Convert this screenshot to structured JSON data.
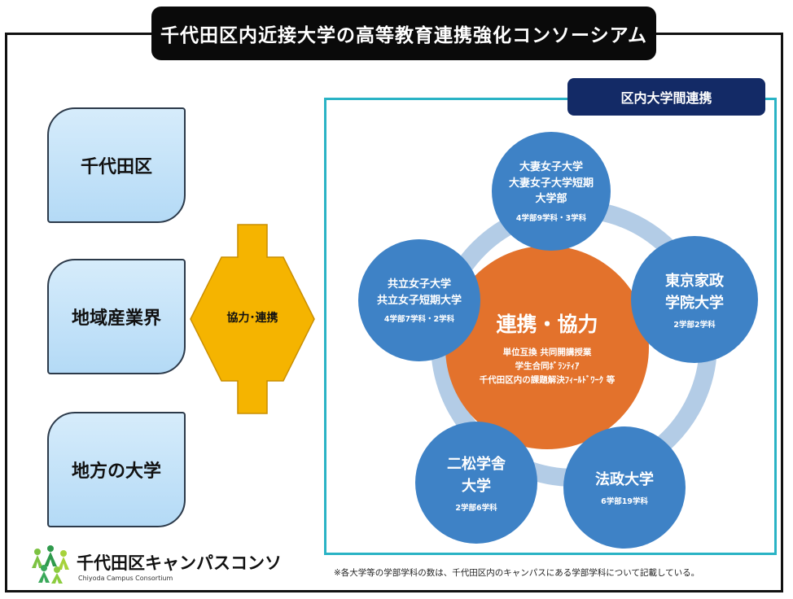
{
  "title": "千代田区内近接大学の高等教育連携強化コンソーシアム",
  "left_boxes": [
    {
      "label": "千代田区"
    },
    {
      "label": "地域産業界"
    },
    {
      "label": "地方の大学"
    }
  ],
  "arrow_label": "協力･連携",
  "panel_title": "区内大学間連携",
  "center": {
    "title": "連携・協力",
    "activities": [
      "単位互換 共同開講授業",
      "学生合同ﾎﾞﾗﾝﾃｨｱ",
      "千代田区内の課題解決ﾌｨｰﾙﾄﾞﾜｰｸ 等"
    ]
  },
  "universities": [
    {
      "name_lines": [
        "大妻女子大学",
        "大妻女子大学短期",
        "大学部"
      ],
      "detail": "4学部9学科・3学科"
    },
    {
      "name_lines": [
        "共立女子大学",
        "共立女子短期大学"
      ],
      "detail": "4学部7学科・2学科"
    },
    {
      "name_lines": [
        "東京家政",
        "学院大学"
      ],
      "detail": "2学部2学科"
    },
    {
      "name_lines": [
        "二松学舎",
        "大学"
      ],
      "detail": "2学部6学科"
    },
    {
      "name_lines": [
        "法政大学"
      ],
      "detail": "6学部19学科"
    }
  ],
  "logo": {
    "name": "千代田区キャンパスコンソ",
    "subtitle": "Chiyoda Campus Consortium"
  },
  "footnote": "※各大学等の学部学科の数は、千代田区内のキャンパスにある学部学科について記載している。",
  "colors": {
    "title_bg": "#0a0a0a",
    "panel_tag_bg": "#132a66",
    "panel_border": "#2ab3c5",
    "center_circle": "#e3722c",
    "university_circle": "#3e82c6",
    "ring": "#b3cce6",
    "arrow": "#f5b400",
    "side_box": "#b4daf6"
  },
  "icons": [
    "people-stars-logo-icon",
    "double-headed-arrow-icon"
  ]
}
